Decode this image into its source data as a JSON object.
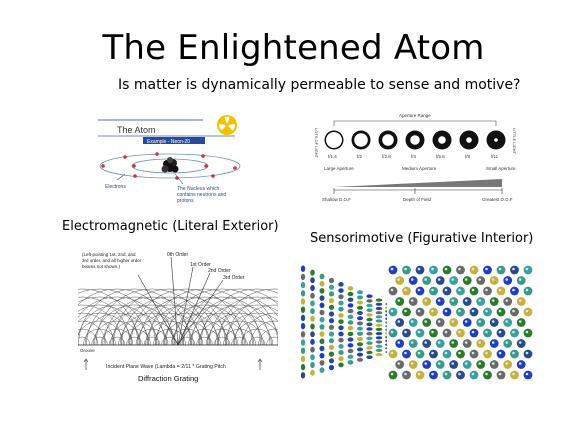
{
  "slide": {
    "title": "The Enlightened Atom",
    "subtitle": "Is matter is dynamically permeable to sense and motive?"
  },
  "atom_figure": {
    "heading": "The Atom",
    "example": "Example - Neon-20",
    "electrons_label": "Electrons",
    "nucleus_label_1": "The Nucleus which",
    "nucleus_label_2": "contains neutrons and",
    "nucleus_label_3": "protons",
    "accent": "#f2c200",
    "orbit_color": "#6a8fc4",
    "electron_color": "#d43030"
  },
  "aperture_figure": {
    "range_label": "Aperture Range",
    "left_side": "LOTS OF LIGHT",
    "right_side": "LITTLE LIGHT",
    "fstops": [
      "f/1.4",
      "f/2",
      "f/2.8",
      "f/4",
      "f/5.6",
      "f/8",
      "f/11"
    ],
    "large": "Large Aperture",
    "medium": "Medium Aperture",
    "small": "Small Aperture",
    "shallow": "Shallow D.O.F",
    "dof": "Depth of Field",
    "greatest": "Greatest D.O.F"
  },
  "diffraction_figure": {
    "caption": "Electromagnetic (Literal Exterior)",
    "note_1": "(Left-pointing 1st, 2nd, and",
    "note_2": "3rd order, and all higher order",
    "note_3": "beams not shown.)",
    "order_0": "0th Order",
    "order_1": "1st Order",
    "order_2": "2nd Order",
    "order_3": "3rd Order",
    "groove": "Groove",
    "wave_label": "Incident Plane Wave (Lambda = 2/11 * Grating Pitch",
    "grating_title": "Diffraction Grating"
  },
  "sensorimotive_figure": {
    "caption": "Sensorimotive (Figurative Interior)",
    "dot_colors": [
      "#1f3fbf",
      "#2c7a2c",
      "#3a9a8a",
      "#6a6a6a",
      "#2a4a8a",
      "#c8b040",
      "#3aa0a0"
    ]
  }
}
